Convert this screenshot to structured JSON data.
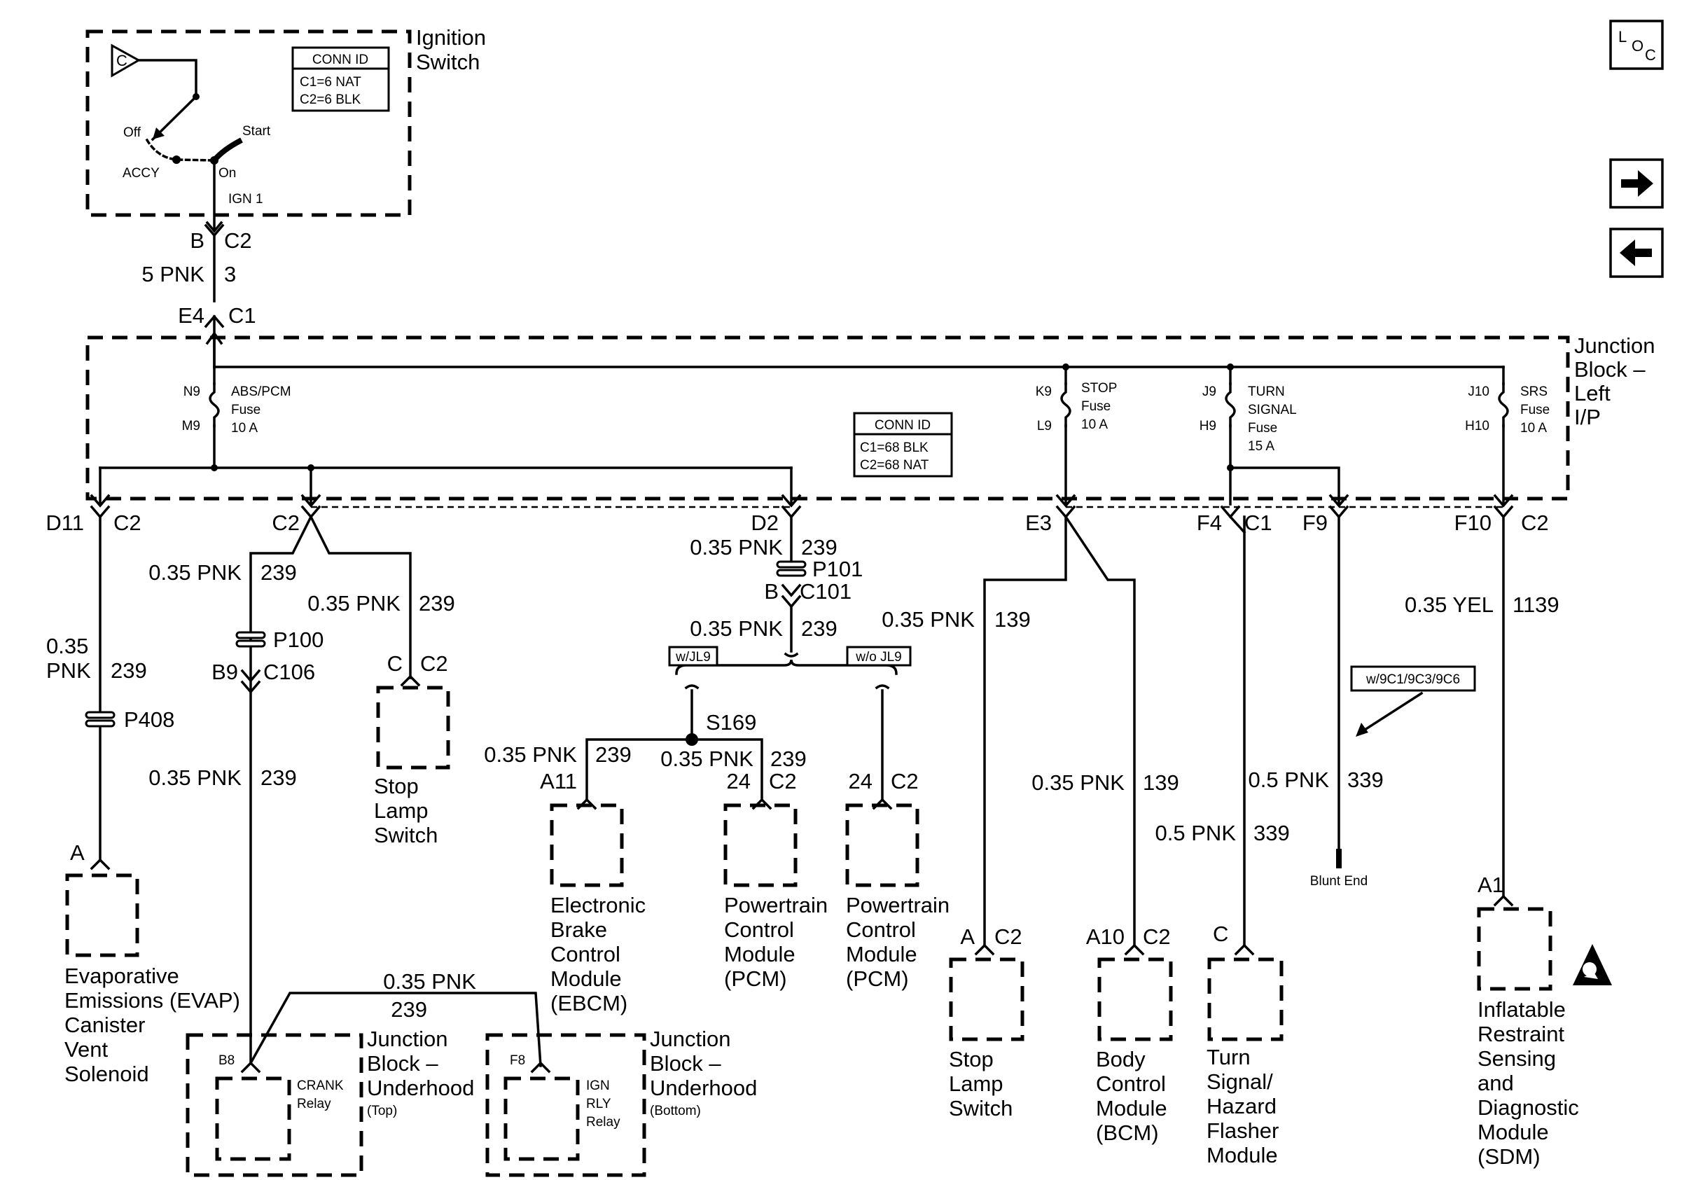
{
  "loc_button": {
    "letters": [
      "L",
      "O",
      "C"
    ]
  },
  "nav": {
    "next_label": "next",
    "prev_label": "previous"
  },
  "ignition_switch": {
    "title": [
      "Ignition",
      "Switch"
    ],
    "conn_id_title": "CONN ID",
    "conn_id_lines": [
      "C1=6 NAT",
      "C2=6 BLK"
    ],
    "marker": "C",
    "positions": {
      "off": "Off",
      "start": "Start",
      "accy": "ACCY",
      "on": "On"
    },
    "output": "IGN 1"
  },
  "feed": {
    "top_pin": "B",
    "top_conn": "C2",
    "wire": "5 PNK",
    "circuit": "3",
    "bottom_pin": "E4",
    "bottom_conn": "C1"
  },
  "junction_block_lip": {
    "title": [
      "Junction",
      "Block –",
      "Left",
      "I/P"
    ],
    "conn_id_title": "CONN ID",
    "conn_id_lines": [
      "C1=68 BLK",
      "C2=68 NAT"
    ],
    "fuses": [
      {
        "in_pin": "N9",
        "out_pin": "M9",
        "label": [
          "ABS/PCM",
          "Fuse",
          "10 A"
        ]
      },
      {
        "in_pin": "K9",
        "out_pin": "L9",
        "label": [
          "STOP",
          "Fuse",
          "10 A"
        ]
      },
      {
        "in_pin": "J9",
        "out_pin": "H9",
        "label": [
          "TURN",
          "SIGNAL",
          "Fuse",
          "15 A"
        ]
      },
      {
        "in_pin": "J10",
        "out_pin": "H10",
        "label": [
          "SRS",
          "Fuse",
          "10 A"
        ]
      }
    ]
  },
  "outputs": {
    "d11": {
      "pin": "D11",
      "conn": "C2"
    },
    "c2": {
      "pin": "C2"
    },
    "d2": {
      "pin": "D2"
    },
    "e3": {
      "pin": "E3"
    },
    "f4": {
      "pin": "F4",
      "conn": "C1"
    },
    "f9": {
      "pin": "F9"
    },
    "f10": {
      "pin": "F10",
      "conn": "C2"
    }
  },
  "wires": {
    "evap_a": "0.35",
    "evap_b": "PNK",
    "evap_circuit": "239",
    "crank_wire": "0.35 PNK",
    "crank_circuit": "239",
    "crank_lower_wire": "0.35 PNK",
    "crank_lower_circuit": "239",
    "stop_sw_wire": "0.35 PNK",
    "stop_sw_circuit": "239",
    "d2_wire": "0.35 PNK",
    "d2_circuit": "239",
    "d2b_wire": "0.35 PNK",
    "d2b_circuit": "239",
    "ebcm_wire": "0.35 PNK",
    "ebcm_circuit": "239",
    "pcm_wire": "0.35 PNK",
    "pcm_circuit": "239",
    "relay_wire": "0.35 PNK",
    "relay_circuit": "239",
    "stop_lamp_wire": "0.35 PNK",
    "stop_lamp_circuit": "139",
    "bcm_wire": "0.35 PNK",
    "bcm_circuit": "139",
    "turn_wire": "0.5 PNK",
    "turn_circuit": "339",
    "blunt_wire": "0.5 PNK",
    "blunt_circuit": "339",
    "sdm_wire": "0.35 YEL",
    "sdm_circuit": "1139"
  },
  "inline_connectors": {
    "p408": "P408",
    "p100": "P100",
    "c106_pin": "B9",
    "c106": "C106",
    "p101": "P101",
    "c101_pin": "B",
    "c101": "C101",
    "splice": "S169"
  },
  "options": {
    "with_jl9": "w/JL9",
    "without_jl9": "w/o JL9",
    "sdm_option": "w/9C1/9C3/9C6"
  },
  "components": {
    "evap": {
      "pin": "A",
      "name": [
        "Evaporative",
        "Emissions (EVAP)",
        "Canister",
        "Vent",
        "Solenoid"
      ]
    },
    "stop_switch_upper": {
      "pin": "C",
      "conn": "C2",
      "name": [
        "Stop",
        "Lamp",
        "Switch"
      ]
    },
    "ebcm": {
      "pin": "A11",
      "name": [
        "Electronic",
        "Brake",
        "Control",
        "Module",
        "(EBCM)"
      ]
    },
    "pcm1": {
      "pin": "24",
      "conn": "C2",
      "name": [
        "Powertrain",
        "Control",
        "Module",
        "(PCM)"
      ]
    },
    "pcm2": {
      "pin": "24",
      "conn": "C2",
      "name": [
        "Powertrain",
        "Control",
        "Module",
        "(PCM)"
      ]
    },
    "stop_switch_lower": {
      "pin": "A",
      "conn": "C2",
      "name": [
        "Stop",
        "Lamp",
        "Switch"
      ]
    },
    "bcm": {
      "pin": "A10",
      "conn": "C2",
      "name": [
        "Body",
        "Control",
        "Module",
        "(BCM)"
      ]
    },
    "flasher": {
      "pin": "C",
      "name": [
        "Turn",
        "Signal/",
        "Hazard",
        "Flasher",
        "Module"
      ]
    },
    "blunt_end": "Blunt End",
    "sdm": {
      "pin": "A1",
      "name": [
        "Inflatable",
        "Restraint",
        "Sensing",
        "and",
        "Diagnostic",
        "Module",
        "(SDM)"
      ]
    },
    "crank_block": {
      "pin": "B8",
      "relay": [
        "CRANK",
        "Relay"
      ],
      "name": [
        "Junction",
        "Block –",
        "Underhood"
      ],
      "sub": "(Top)"
    },
    "ign_block": {
      "pin": "F8",
      "relay": [
        "IGN",
        "RLY",
        "Relay"
      ],
      "name": [
        "Junction",
        "Block –",
        "Underhood"
      ],
      "sub": "(Bottom)"
    }
  }
}
